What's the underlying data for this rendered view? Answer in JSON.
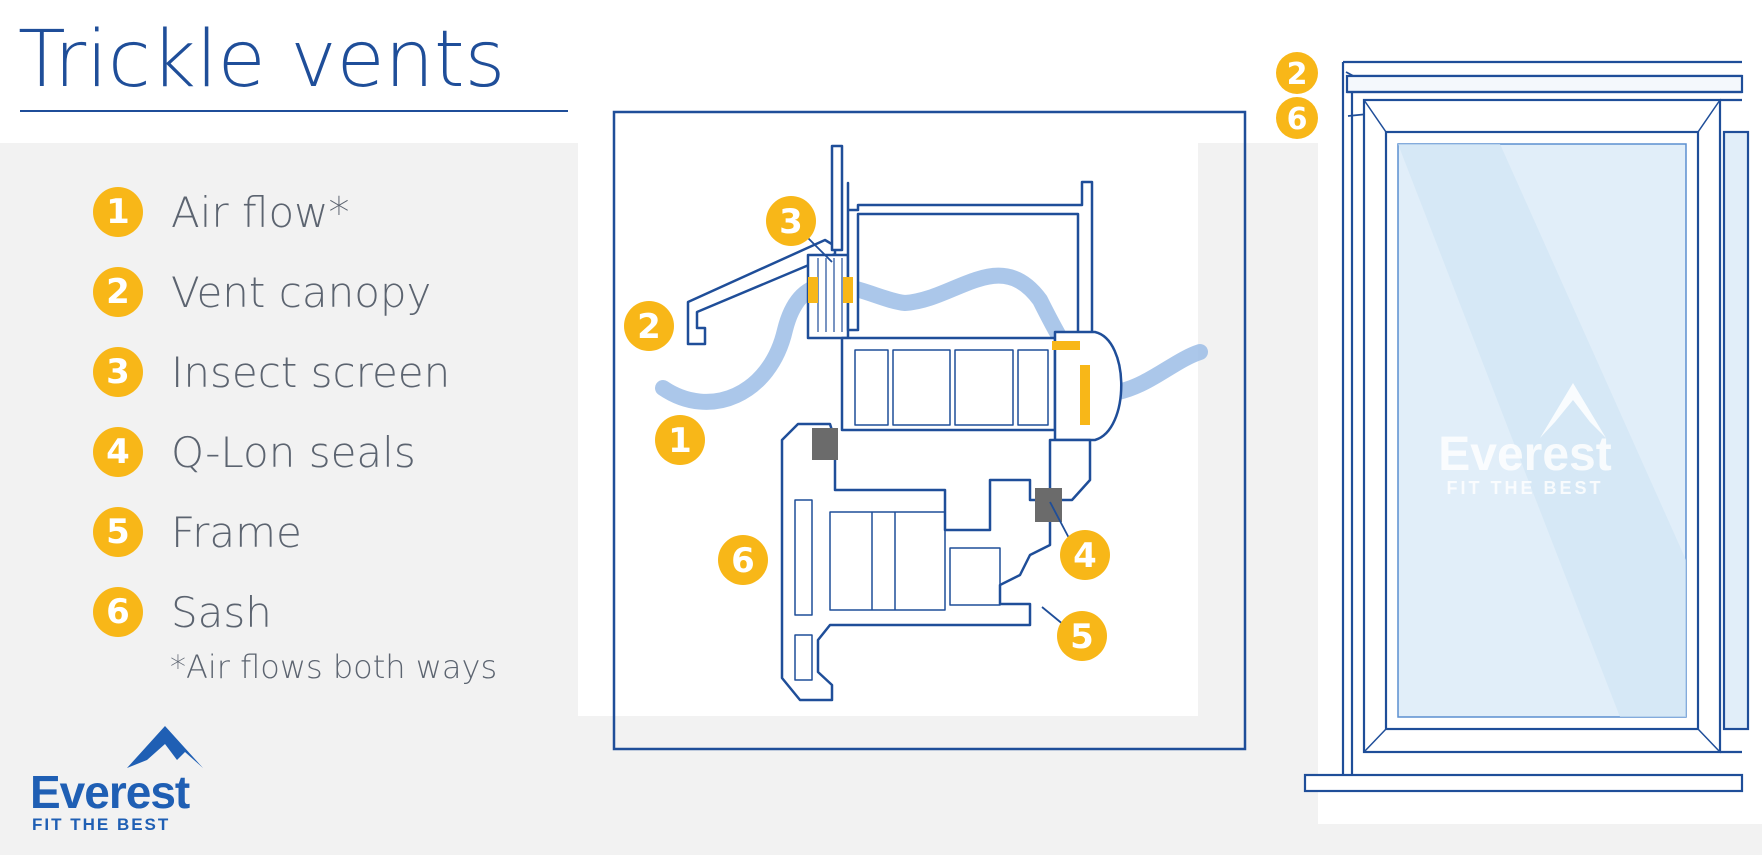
{
  "title": "Trickle vents",
  "legend": {
    "items": [
      {
        "num": "1",
        "label": "Air flow*"
      },
      {
        "num": "2",
        "label": "Vent canopy"
      },
      {
        "num": "3",
        "label": "Insect screen"
      },
      {
        "num": "4",
        "label": "Q-Lon seals"
      },
      {
        "num": "5",
        "label": "Frame"
      },
      {
        "num": "6",
        "label": "Sash"
      }
    ],
    "note": "*Air flows both ways"
  },
  "callouts": {
    "section": [
      "3",
      "2",
      "1",
      "4",
      "6",
      "5"
    ],
    "window": [
      "2",
      "6"
    ]
  },
  "logo": {
    "name": "Everest",
    "tagline": "FIT THE BEST"
  },
  "watermark": {
    "name": "Everest",
    "tagline": "FIT THE BEST"
  },
  "colors": {
    "brand_blue": "#1f4e99",
    "badge_yellow": "#f8b718",
    "air_flow_blue": "#9cbde6",
    "seal_grey": "#6b6b6b",
    "glass_light_blue": "#e1eef9"
  },
  "icons": [
    "mountain-logo-icon"
  ]
}
